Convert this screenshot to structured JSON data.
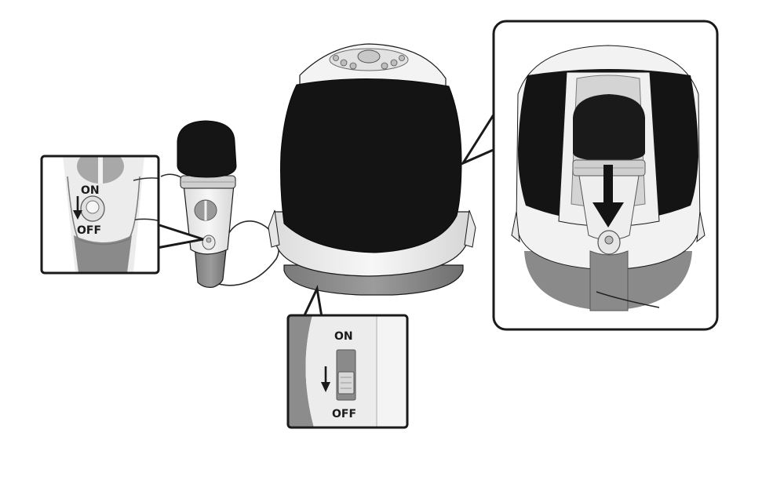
{
  "labels": {
    "mic_on": "ON",
    "mic_off": "OFF",
    "base_on": "ON",
    "base_off": "OFF"
  },
  "colors": {
    "outline": "#1a1a1a",
    "speaker_black": "#141414",
    "body_white": "#f4f4f4",
    "base_grey": "#8c8c8c",
    "handle_grey": "#8a8a8a",
    "panel_bg": "#ffffff"
  }
}
